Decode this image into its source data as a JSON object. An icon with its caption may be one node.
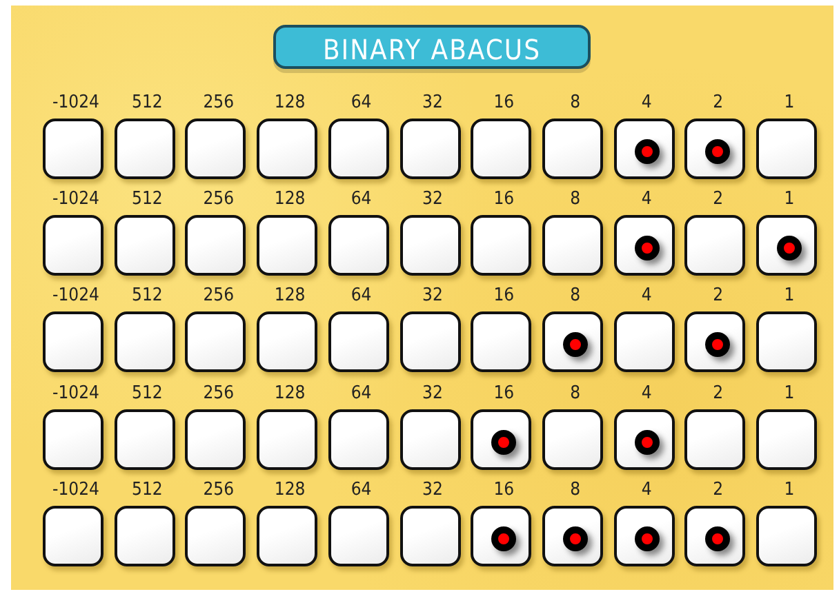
{
  "diagram": {
    "title": "BINARY ABACUS",
    "nodes": [
      {
        "text": [
          "-1024"
        ]
      },
      {
        "text": [
          "512"
        ]
      },
      {
        "text": [
          "256"
        ]
      },
      {
        "text": [
          "128"
        ]
      },
      {
        "text": [
          "64"
        ]
      },
      {
        "text": [
          "32"
        ]
      },
      {
        "text": [
          "16"
        ]
      },
      {
        "text": [
          "8"
        ]
      },
      {
        "text": [
          "4"
        ]
      },
      {
        "text": [],
        "shape": "circle",
        "in": 8
      },
      {
        "text": [
          "2"
        ]
      },
      {
        "text": [],
        "shape": "circle",
        "in": 10
      },
      {
        "text": [
          "1"
        ]
      },
      {
        "text": [
          "-1024"
        ]
      },
      {
        "text": [
          "512"
        ]
      },
      {
        "text": [
          "256"
        ]
      },
      {
        "text": [
          "128"
        ]
      },
      {
        "text": [
          "64"
        ]
      },
      {
        "text": [
          "32"
        ]
      },
      {
        "text": [
          "16"
        ]
      },
      {
        "text": [
          "8"
        ]
      },
      {
        "text": [
          "4"
        ]
      },
      {
        "text": [],
        "shape": "circle",
        "in": 21
      },
      {
        "text": [
          "2"
        ]
      },
      {
        "text": [
          "1"
        ]
      },
      {
        "text": [],
        "shape": "circle",
        "in": 24
      },
      {
        "text": [
          "-1024"
        ]
      },
      {
        "text": [
          "512"
        ]
      },
      {
        "text": [
          "256"
        ]
      },
      {
        "text": [
          "128"
        ]
      },
      {
        "text": [
          "64"
        ]
      },
      {
        "text": [
          "32"
        ]
      },
      {
        "text": [
          "16"
        ]
      },
      {
        "text": [
          "8"
        ]
      },
      {
        "text": [],
        "shape": "circle",
        "in": 33
      },
      {
        "text": [
          "4"
        ]
      },
      {
        "text": [
          "2"
        ]
      },
      {
        "text": [],
        "shape": "circle",
        "in": 36
      },
      {
        "text": [
          "1"
        ]
      },
      {
        "text": [
          "-1024"
        ]
      },
      {
        "text": [
          "512"
        ]
      },
      {
        "text": [
          "256"
        ]
      },
      {
        "text": [
          "128"
        ]
      },
      {
        "text": [
          "64"
        ]
      },
      {
        "text": [
          "32"
        ]
      },
      {
        "text": [
          "16"
        ]
      },
      {
        "text": [],
        "shape": "circle",
        "in": 45
      },
      {
        "text": [
          "8"
        ]
      },
      {
        "text": [
          "4"
        ]
      },
      {
        "text": [],
        "shape": "circle",
        "in": 48
      },
      {
        "text": [
          "2"
        ]
      },
      {
        "text": [
          "1"
        ]
      },
      {
        "text": [
          "-1024"
        ]
      },
      {
        "text": [
          "512"
        ]
      },
      {
        "text": [
          "256"
        ]
      },
      {
        "text": [
          "128"
        ]
      },
      {
        "text": [
          "64"
        ]
      },
      {
        "text": [
          "32"
        ]
      },
      {
        "text": [
          "16"
        ]
      },
      {
        "text": [],
        "shape": "circle",
        "in": 58
      },
      {
        "text": [
          "8"
        ]
      },
      {
        "text": [],
        "shape": "circle",
        "in": 60
      },
      {
        "text": [
          "4"
        ]
      },
      {
        "text": [],
        "shape": "circle",
        "in": 62
      },
      {
        "text": [
          "2"
        ]
      },
      {
        "text": [],
        "shape": "circle",
        "in": 64
      },
      {
        "text": [
          "1"
        ]
      }
    ]
  }
}
